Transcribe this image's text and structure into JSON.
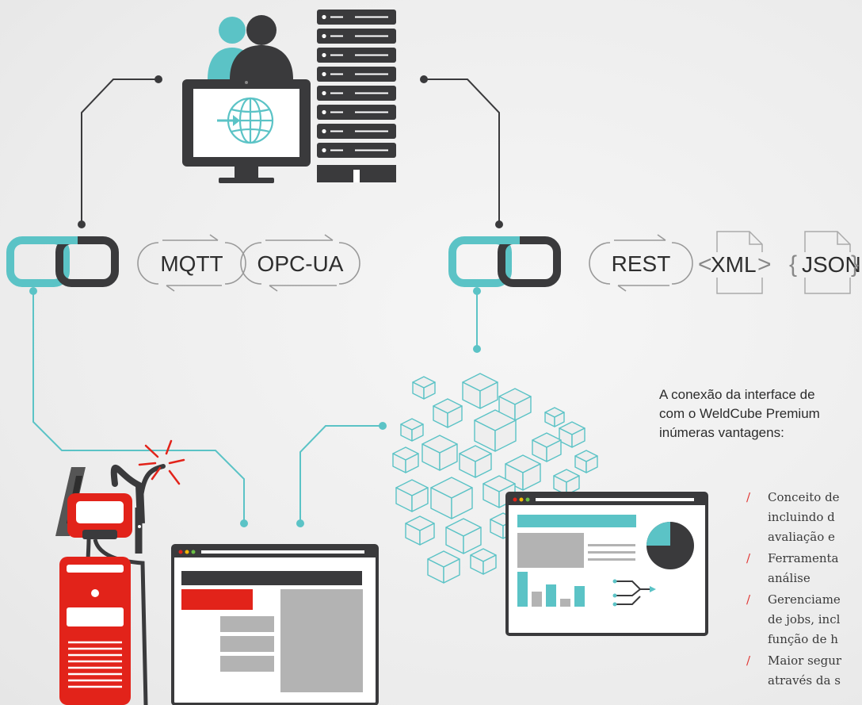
{
  "protocols_left": [
    "MQTT",
    "OPC-UA"
  ],
  "protocols_right": [
    "REST"
  ],
  "formats": [
    {
      "label": "XML",
      "open": "<",
      "close": ">"
    },
    {
      "label": "JSON",
      "open": "{",
      "close": "}"
    }
  ],
  "intro_lines": [
    "A conexão da interface de",
    "com o WeldCube Premium",
    "inúmeras vantagens:"
  ],
  "benefits": [
    {
      "lines": [
        "Conceito de",
        "incluindo d",
        "avaliação e"
      ]
    },
    {
      "lines": [
        "Ferramenta",
        "análise"
      ]
    },
    {
      "lines": [
        "Gerenciame",
        "de jobs, incl",
        "função de h"
      ]
    },
    {
      "lines": [
        "Maior segur",
        "através da s"
      ]
    }
  ],
  "colors": {
    "teal": "#5bc3c6",
    "dark": "#3a3a3c",
    "red": "#e2231a",
    "accent_slash": "#e1322f"
  },
  "icons": [
    "users-icon",
    "monitor-globe-icon",
    "server-rack-icon",
    "chain-link-icon",
    "cube-cloud-icon",
    "welding-machine-icon",
    "browser-window-icon",
    "dashboard-window-icon"
  ]
}
